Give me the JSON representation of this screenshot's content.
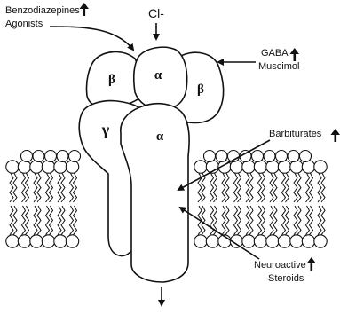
{
  "labels": {
    "benzodiazepines_line1": "Benzodiazepines",
    "benzodiazepines_line2": "Agonists",
    "chloride": "Cl-",
    "gaba_line1": "GABA",
    "gaba_line2": "Muscimol",
    "barbiturates": "Barbiturates",
    "neuroactive_line1": "Neuroactive",
    "neuroactive_line2": "Steroids"
  },
  "subunits": {
    "beta_left": "β",
    "alpha_top": "α",
    "beta_right": "β",
    "gamma": "γ",
    "alpha_front": "α"
  }
}
